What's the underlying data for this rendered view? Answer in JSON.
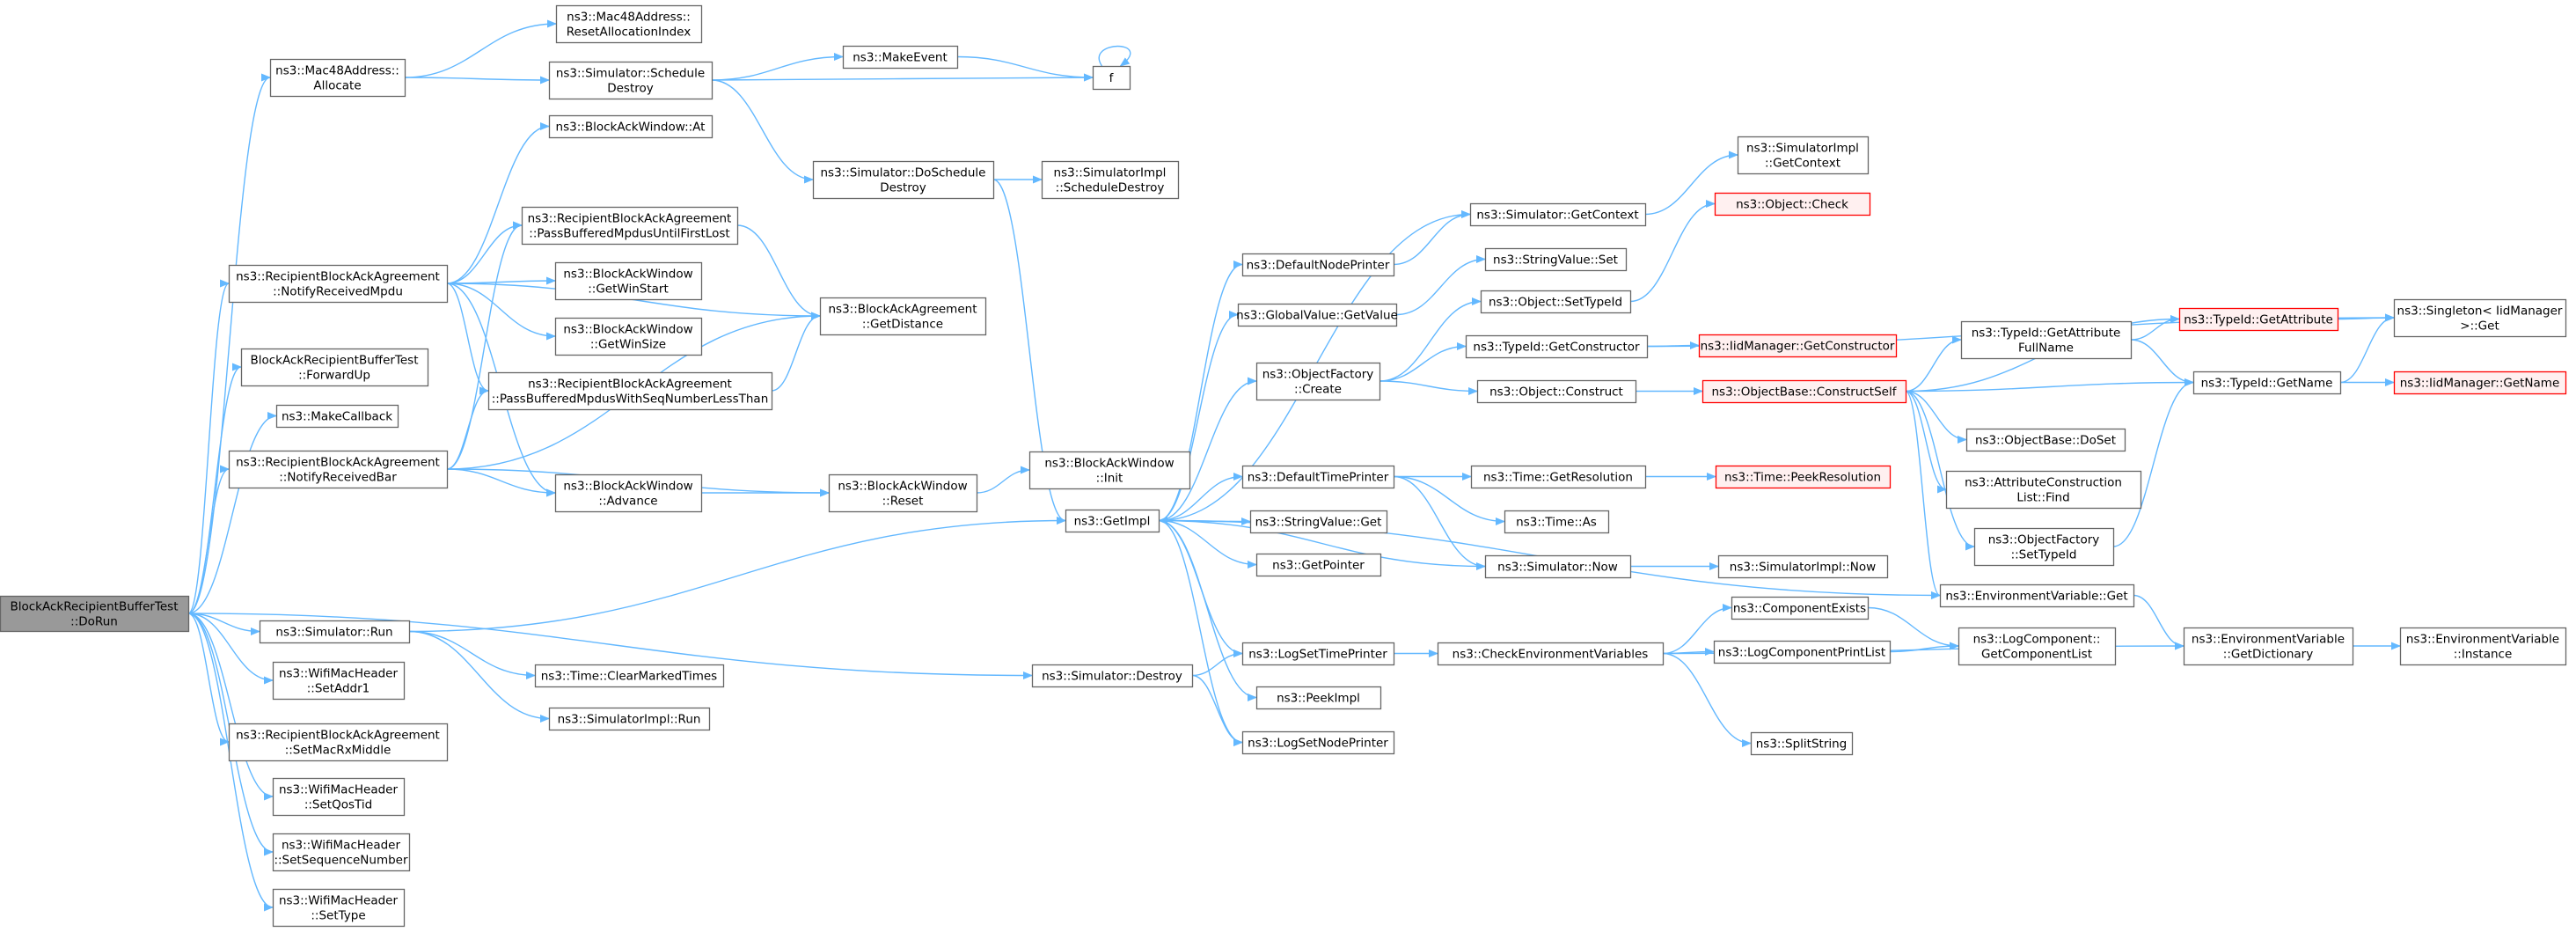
{
  "colors": {
    "edge": "#63b8ff",
    "box_border": "#666666",
    "box_fill": "#ffffff",
    "root_fill": "#999999",
    "root_border": "#666666",
    "truncated_border": "#ff0000",
    "truncated_fill": "#fff0f0"
  },
  "nodes": [
    {
      "id": "root",
      "lines": [
        "BlockAckRecipientBufferTest",
        "::DoRun"
      ],
      "style": "root"
    },
    {
      "id": "mac48alloc",
      "lines": [
        "ns3::Mac48Address::",
        "Allocate"
      ],
      "style": "normal"
    },
    {
      "id": "mac48reset",
      "lines": [
        "ns3::Mac48Address::",
        "ResetAllocationIndex"
      ],
      "style": "normal"
    },
    {
      "id": "simsched",
      "lines": [
        "ns3::Simulator::Schedule",
        "Destroy"
      ],
      "style": "normal"
    },
    {
      "id": "makeevent",
      "lines": [
        "ns3::MakeEvent"
      ],
      "style": "normal"
    },
    {
      "id": "f",
      "lines": [
        "f"
      ],
      "style": "normal"
    },
    {
      "id": "bawat",
      "lines": [
        "ns3::BlockAckWindow::At"
      ],
      "style": "normal"
    },
    {
      "id": "simdosched",
      "lines": [
        "ns3::Simulator::DoSchedule",
        "Destroy"
      ],
      "style": "normal"
    },
    {
      "id": "implsched",
      "lines": [
        "ns3::SimulatorImpl",
        "::ScheduleDestroy"
      ],
      "style": "normal"
    },
    {
      "id": "rbaa_pass1",
      "lines": [
        "ns3::RecipientBlockAckAgreement",
        "::PassBufferedMpdusUntilFirstLost"
      ],
      "style": "normal"
    },
    {
      "id": "rbaa_notifympdu",
      "lines": [
        "ns3::RecipientBlockAckAgreement",
        "::NotifyReceivedMpdu"
      ],
      "style": "normal"
    },
    {
      "id": "baw_winstart",
      "lines": [
        "ns3::BlockAckWindow",
        "::GetWinStart"
      ],
      "style": "normal"
    },
    {
      "id": "baa_getdist",
      "lines": [
        "ns3::BlockAckAgreement",
        "::GetDistance"
      ],
      "style": "normal"
    },
    {
      "id": "baw_winsize",
      "lines": [
        "ns3::BlockAckWindow",
        "::GetWinSize"
      ],
      "style": "normal"
    },
    {
      "id": "fwdup",
      "lines": [
        "BlockAckRecipientBufferTest",
        "::ForwardUp"
      ],
      "style": "normal"
    },
    {
      "id": "rbaa_pass2",
      "lines": [
        "ns3::RecipientBlockAckAgreement",
        "::PassBufferedMpdusWithSeqNumberLessThan"
      ],
      "style": "normal"
    },
    {
      "id": "makecb",
      "lines": [
        "ns3::MakeCallback"
      ],
      "style": "normal"
    },
    {
      "id": "rbaa_notifybar",
      "lines": [
        "ns3::RecipientBlockAckAgreement",
        "::NotifyReceivedBar"
      ],
      "style": "normal"
    },
    {
      "id": "baw_advance",
      "lines": [
        "ns3::BlockAckWindow",
        "::Advance"
      ],
      "style": "normal"
    },
    {
      "id": "baw_reset",
      "lines": [
        "ns3::BlockAckWindow",
        "::Reset"
      ],
      "style": "normal"
    },
    {
      "id": "baw_init",
      "lines": [
        "ns3::BlockAckWindow",
        "::Init"
      ],
      "style": "normal"
    },
    {
      "id": "getimpl",
      "lines": [
        "ns3::GetImpl"
      ],
      "style": "normal"
    },
    {
      "id": "simrun",
      "lines": [
        "ns3::Simulator::Run"
      ],
      "style": "normal"
    },
    {
      "id": "wmh_addr1",
      "lines": [
        "ns3::WifiMacHeader",
        "::SetAddr1"
      ],
      "style": "normal"
    },
    {
      "id": "cleartimes",
      "lines": [
        "ns3::Time::ClearMarkedTimes"
      ],
      "style": "normal"
    },
    {
      "id": "implrun",
      "lines": [
        "ns3::SimulatorImpl::Run"
      ],
      "style": "normal"
    },
    {
      "id": "rbaa_rxmiddle",
      "lines": [
        "ns3::RecipientBlockAckAgreement",
        "::SetMacRxMiddle"
      ],
      "style": "normal"
    },
    {
      "id": "wmh_qostid",
      "lines": [
        "ns3::WifiMacHeader",
        "::SetQosTid"
      ],
      "style": "normal"
    },
    {
      "id": "wmh_seqnum",
      "lines": [
        "ns3::WifiMacHeader",
        "::SetSequenceNumber"
      ],
      "style": "normal"
    },
    {
      "id": "wmh_settype",
      "lines": [
        "ns3::WifiMacHeader",
        "::SetType"
      ],
      "style": "normal"
    },
    {
      "id": "simdestroy",
      "lines": [
        "ns3::Simulator::Destroy"
      ],
      "style": "normal"
    },
    {
      "id": "defnodeprinter",
      "lines": [
        "ns3::DefaultNodePrinter"
      ],
      "style": "normal"
    },
    {
      "id": "globalval",
      "lines": [
        "ns3::GlobalValue::GetValue"
      ],
      "style": "normal"
    },
    {
      "id": "objfactcreate",
      "lines": [
        "ns3::ObjectFactory",
        "::Create"
      ],
      "style": "normal"
    },
    {
      "id": "deftimeprinter",
      "lines": [
        "ns3::DefaultTimePrinter"
      ],
      "style": "normal"
    },
    {
      "id": "strvalget",
      "lines": [
        "ns3::StringValue::Get"
      ],
      "style": "normal"
    },
    {
      "id": "getpointer",
      "lines": [
        "ns3::GetPointer"
      ],
      "style": "normal"
    },
    {
      "id": "logsettime",
      "lines": [
        "ns3::LogSetTimePrinter"
      ],
      "style": "normal"
    },
    {
      "id": "peekimpl",
      "lines": [
        "ns3::PeekImpl"
      ],
      "style": "normal"
    },
    {
      "id": "logsetnode",
      "lines": [
        "ns3::LogSetNodePrinter"
      ],
      "style": "normal"
    },
    {
      "id": "simgetctx",
      "lines": [
        "ns3::Simulator::GetContext"
      ],
      "style": "normal"
    },
    {
      "id": "implgetctx",
      "lines": [
        "ns3::SimulatorImpl",
        "::GetContext"
      ],
      "style": "normal"
    },
    {
      "id": "objcheck",
      "lines": [
        "ns3::Object::Check"
      ],
      "style": "truncated"
    },
    {
      "id": "strvalset",
      "lines": [
        "ns3::StringValue::Set"
      ],
      "style": "normal"
    },
    {
      "id": "objsettypeid",
      "lines": [
        "ns3::Object::SetTypeId"
      ],
      "style": "normal"
    },
    {
      "id": "typeidgetctor",
      "lines": [
        "ns3::TypeId::GetConstructor"
      ],
      "style": "normal"
    },
    {
      "id": "iidgetctor",
      "lines": [
        "ns3::IidManager::GetConstructor"
      ],
      "style": "truncated"
    },
    {
      "id": "objconstruct",
      "lines": [
        "ns3::Object::Construct"
      ],
      "style": "normal"
    },
    {
      "id": "objbaseconstruct",
      "lines": [
        "ns3::ObjectBase::ConstructSelf"
      ],
      "style": "truncated"
    },
    {
      "id": "typeidgetattrfull",
      "lines": [
        "ns3::TypeId::GetAttribute",
        "FullName"
      ],
      "style": "normal"
    },
    {
      "id": "typeidgetattr",
      "lines": [
        "ns3::TypeId::GetAttribute"
      ],
      "style": "truncated"
    },
    {
      "id": "singleton",
      "lines": [
        "ns3::Singleton< IidManager",
        ">::Get"
      ],
      "style": "normal"
    },
    {
      "id": "typeidgetname",
      "lines": [
        "ns3::TypeId::GetName"
      ],
      "style": "normal"
    },
    {
      "id": "iidgetname",
      "lines": [
        "ns3::IidManager::GetName"
      ],
      "style": "truncated"
    },
    {
      "id": "objbasedoset",
      "lines": [
        "ns3::ObjectBase::DoSet"
      ],
      "style": "normal"
    },
    {
      "id": "attrconstfind",
      "lines": [
        "ns3::AttributeConstruction",
        "List::Find"
      ],
      "style": "normal"
    },
    {
      "id": "objfactsettypeid",
      "lines": [
        "ns3::ObjectFactory",
        "::SetTypeId"
      ],
      "style": "normal"
    },
    {
      "id": "timegetres",
      "lines": [
        "ns3::Time::GetResolution"
      ],
      "style": "normal"
    },
    {
      "id": "timepeekres",
      "lines": [
        "ns3::Time::PeekResolution"
      ],
      "style": "truncated"
    },
    {
      "id": "timeas",
      "lines": [
        "ns3::Time::As"
      ],
      "style": "normal"
    },
    {
      "id": "simnow",
      "lines": [
        "ns3::Simulator::Now"
      ],
      "style": "normal"
    },
    {
      "id": "implnow",
      "lines": [
        "ns3::SimulatorImpl::Now"
      ],
      "style": "normal"
    },
    {
      "id": "envget",
      "lines": [
        "ns3::EnvironmentVariable::Get"
      ],
      "style": "normal"
    },
    {
      "id": "checkenv",
      "lines": [
        "ns3::CheckEnvironmentVariables"
      ],
      "style": "normal"
    },
    {
      "id": "compexists",
      "lines": [
        "ns3::ComponentExists"
      ],
      "style": "normal"
    },
    {
      "id": "logcompprint",
      "lines": [
        "ns3::LogComponentPrintList"
      ],
      "style": "normal"
    },
    {
      "id": "logcompget",
      "lines": [
        "ns3::LogComponent::",
        "GetComponentList"
      ],
      "style": "normal"
    },
    {
      "id": "envgetdict",
      "lines": [
        "ns3::EnvironmentVariable",
        "::GetDictionary"
      ],
      "style": "normal"
    },
    {
      "id": "envinstance",
      "lines": [
        "ns3::EnvironmentVariable",
        "::Instance"
      ],
      "style": "normal"
    },
    {
      "id": "splitstring",
      "lines": [
        "ns3::SplitString"
      ],
      "style": "normal"
    }
  ],
  "edges": [
    [
      "root",
      "mac48alloc"
    ],
    [
      "root",
      "rbaa_notifympdu"
    ],
    [
      "root",
      "fwdup"
    ],
    [
      "root",
      "makecb"
    ],
    [
      "root",
      "rbaa_notifybar"
    ],
    [
      "root",
      "simrun"
    ],
    [
      "root",
      "wmh_addr1"
    ],
    [
      "root",
      "rbaa_rxmiddle"
    ],
    [
      "root",
      "wmh_qostid"
    ],
    [
      "root",
      "wmh_seqnum"
    ],
    [
      "root",
      "wmh_settype"
    ],
    [
      "root",
      "simdestroy"
    ],
    [
      "mac48alloc",
      "mac48reset"
    ],
    [
      "mac48alloc",
      "simsched"
    ],
    [
      "simsched",
      "makeevent"
    ],
    [
      "simsched",
      "f"
    ],
    [
      "simsched",
      "simdosched"
    ],
    [
      "makeevent",
      "f"
    ],
    [
      "f",
      "f"
    ],
    [
      "simdosched",
      "implsched"
    ],
    [
      "simdosched",
      "getimpl"
    ],
    [
      "rbaa_notifympdu",
      "bawat"
    ],
    [
      "rbaa_notifympdu",
      "rbaa_pass1"
    ],
    [
      "rbaa_notifympdu",
      "baw_winstart"
    ],
    [
      "rbaa_notifympdu",
      "baa_getdist"
    ],
    [
      "rbaa_notifympdu",
      "baw_winsize"
    ],
    [
      "rbaa_notifympdu",
      "rbaa_pass2"
    ],
    [
      "rbaa_notifympdu",
      "baw_advance"
    ],
    [
      "rbaa_pass1",
      "baa_getdist"
    ],
    [
      "rbaa_pass2",
      "baa_getdist"
    ],
    [
      "rbaa_notifybar",
      "rbaa_pass1"
    ],
    [
      "rbaa_notifybar",
      "rbaa_pass2"
    ],
    [
      "rbaa_notifybar",
      "baw_advance"
    ],
    [
      "rbaa_notifybar",
      "baw_reset"
    ],
    [
      "rbaa_notifybar",
      "baa_getdist"
    ],
    [
      "baw_advance",
      "baw_reset"
    ],
    [
      "baw_reset",
      "baw_init"
    ],
    [
      "simrun",
      "getimpl"
    ],
    [
      "simrun",
      "cleartimes"
    ],
    [
      "simrun",
      "implrun"
    ],
    [
      "simdestroy",
      "logsettime"
    ],
    [
      "simdestroy",
      "logsetnode"
    ],
    [
      "getimpl",
      "defnodeprinter"
    ],
    [
      "getimpl",
      "globalval"
    ],
    [
      "getimpl",
      "objfactcreate"
    ],
    [
      "getimpl",
      "deftimeprinter"
    ],
    [
      "getimpl",
      "strvalget"
    ],
    [
      "getimpl",
      "getpointer"
    ],
    [
      "getimpl",
      "logsettime"
    ],
    [
      "getimpl",
      "peekimpl"
    ],
    [
      "getimpl",
      "logsetnode"
    ],
    [
      "getimpl",
      "simgetctx"
    ],
    [
      "getimpl",
      "envget"
    ],
    [
      "simnow",
      "getimpl"
    ],
    [
      "defnodeprinter",
      "simgetctx"
    ],
    [
      "globalval",
      "strvalset"
    ],
    [
      "simgetctx",
      "implgetctx"
    ],
    [
      "objfactcreate",
      "objsettypeid"
    ],
    [
      "objfactcreate",
      "typeidgetctor"
    ],
    [
      "objfactcreate",
      "objconstruct"
    ],
    [
      "objsettypeid",
      "objcheck"
    ],
    [
      "typeidgetctor",
      "iidgetctor"
    ],
    [
      "typeidgetctor",
      "singleton"
    ],
    [
      "objconstruct",
      "objbaseconstruct"
    ],
    [
      "objbaseconstruct",
      "typeidgetattrfull"
    ],
    [
      "objbaseconstruct",
      "typeidgetattr"
    ],
    [
      "objbaseconstruct",
      "typeidgetname"
    ],
    [
      "objbaseconstruct",
      "objbasedoset"
    ],
    [
      "objbaseconstruct",
      "attrconstfind"
    ],
    [
      "objbaseconstruct",
      "objfactsettypeid"
    ],
    [
      "objbaseconstruct",
      "envget"
    ],
    [
      "typeidgetattrfull",
      "typeidgetattr"
    ],
    [
      "typeidgetattrfull",
      "typeidgetname"
    ],
    [
      "typeidgetattr",
      "singleton"
    ],
    [
      "typeidgetname",
      "singleton"
    ],
    [
      "typeidgetname",
      "iidgetname"
    ],
    [
      "objfactsettypeid",
      "typeidgetname"
    ],
    [
      "deftimeprinter",
      "timegetres"
    ],
    [
      "deftimeprinter",
      "timeas"
    ],
    [
      "deftimeprinter",
      "simnow"
    ],
    [
      "timegetres",
      "timepeekres"
    ],
    [
      "simnow",
      "implnow"
    ],
    [
      "logsettime",
      "checkenv"
    ],
    [
      "checkenv",
      "compexists"
    ],
    [
      "checkenv",
      "logcompprint"
    ],
    [
      "checkenv",
      "envgetdict"
    ],
    [
      "checkenv",
      "splitstring"
    ],
    [
      "compexists",
      "logcompget"
    ],
    [
      "logcompprint",
      "logcompget"
    ],
    [
      "envget",
      "envgetdict"
    ],
    [
      "envgetdict",
      "envinstance"
    ]
  ]
}
